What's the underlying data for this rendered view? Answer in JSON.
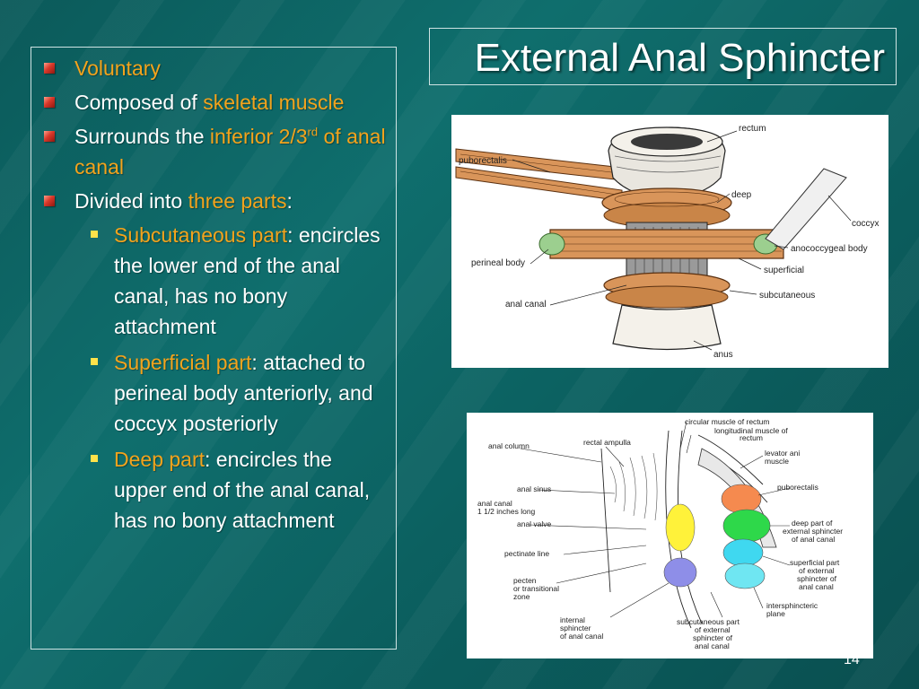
{
  "title": "External Anal Sphincter",
  "bullets": {
    "b1": "Voluntary",
    "b2_pre": "Composed of ",
    "b2_hl": "skeletal muscle",
    "b3_pre": "Surrounds the ",
    "b3_hl": "inferior 2/3",
    "b3_sup": "rd",
    "b3_hl2": " of anal canal",
    "b4_pre": "Divided into ",
    "b4_hl": "three parts",
    "b4_post": ":"
  },
  "subbullets": [
    {
      "name": "Subcutaneous part",
      "desc": ": encircles the lower end of the anal canal, has no bony attachment"
    },
    {
      "name": "Superficial part",
      "desc": ": attached to perineal body anteriorly, and coccyx posteriorly"
    },
    {
      "name": "Deep part",
      "desc": ": encircles the upper end of the anal canal, has no bony attachment"
    }
  ],
  "figure1_labels": {
    "rectum": "rectum",
    "puborectalis": "puborectalis",
    "deep": "deep",
    "coccyx": "coccyx",
    "anococcygeal": "anococcygeal body",
    "perineal": "perineal body",
    "superficial": "superficial",
    "subcutaneous": "subcutaneous",
    "anal_canal": "anal canal",
    "anus": "anus"
  },
  "figure2_labels": {
    "circular": "circular muscle of rectum",
    "longitudinal1": "longitudinal muscle of",
    "longitudinal2": "rectum",
    "anal_column": "anal column",
    "rectal_ampulla": "rectal ampulla",
    "levator1": "levator ani",
    "levator2": "muscle",
    "anal_sinus": "anal sinus",
    "puborectalis": "puborectalis",
    "anal_canal1": "anal canal",
    "anal_canal2": "1 1/2 inches long",
    "anal_valve": "anal valve",
    "deep1": "deep part of",
    "deep2": "external sphincter",
    "deep3": "of anal canal",
    "pectinate": "pectinate line",
    "sup1": "superficial part",
    "sup2": "of external",
    "sup3": "sphincter of",
    "sup4": "anal canal",
    "pecten1": "pecten",
    "pecten2": "or transitional",
    "pecten3": "zone",
    "inter1": "intersphincteric",
    "inter2": "plane",
    "internal1": "internal",
    "internal2": "sphincter",
    "internal3": "of anal canal",
    "subc1": "subcutaneous part",
    "subc2": "of external",
    "subc3": "sphincter of",
    "subc4": "anal canal"
  },
  "slide_number": "14",
  "colors": {
    "background": "#0f6e6d",
    "highlight": "#f3a31c",
    "bullet_marker": "#d9382a",
    "sub_marker": "#ffe24a",
    "muscle": "#d9955a"
  }
}
